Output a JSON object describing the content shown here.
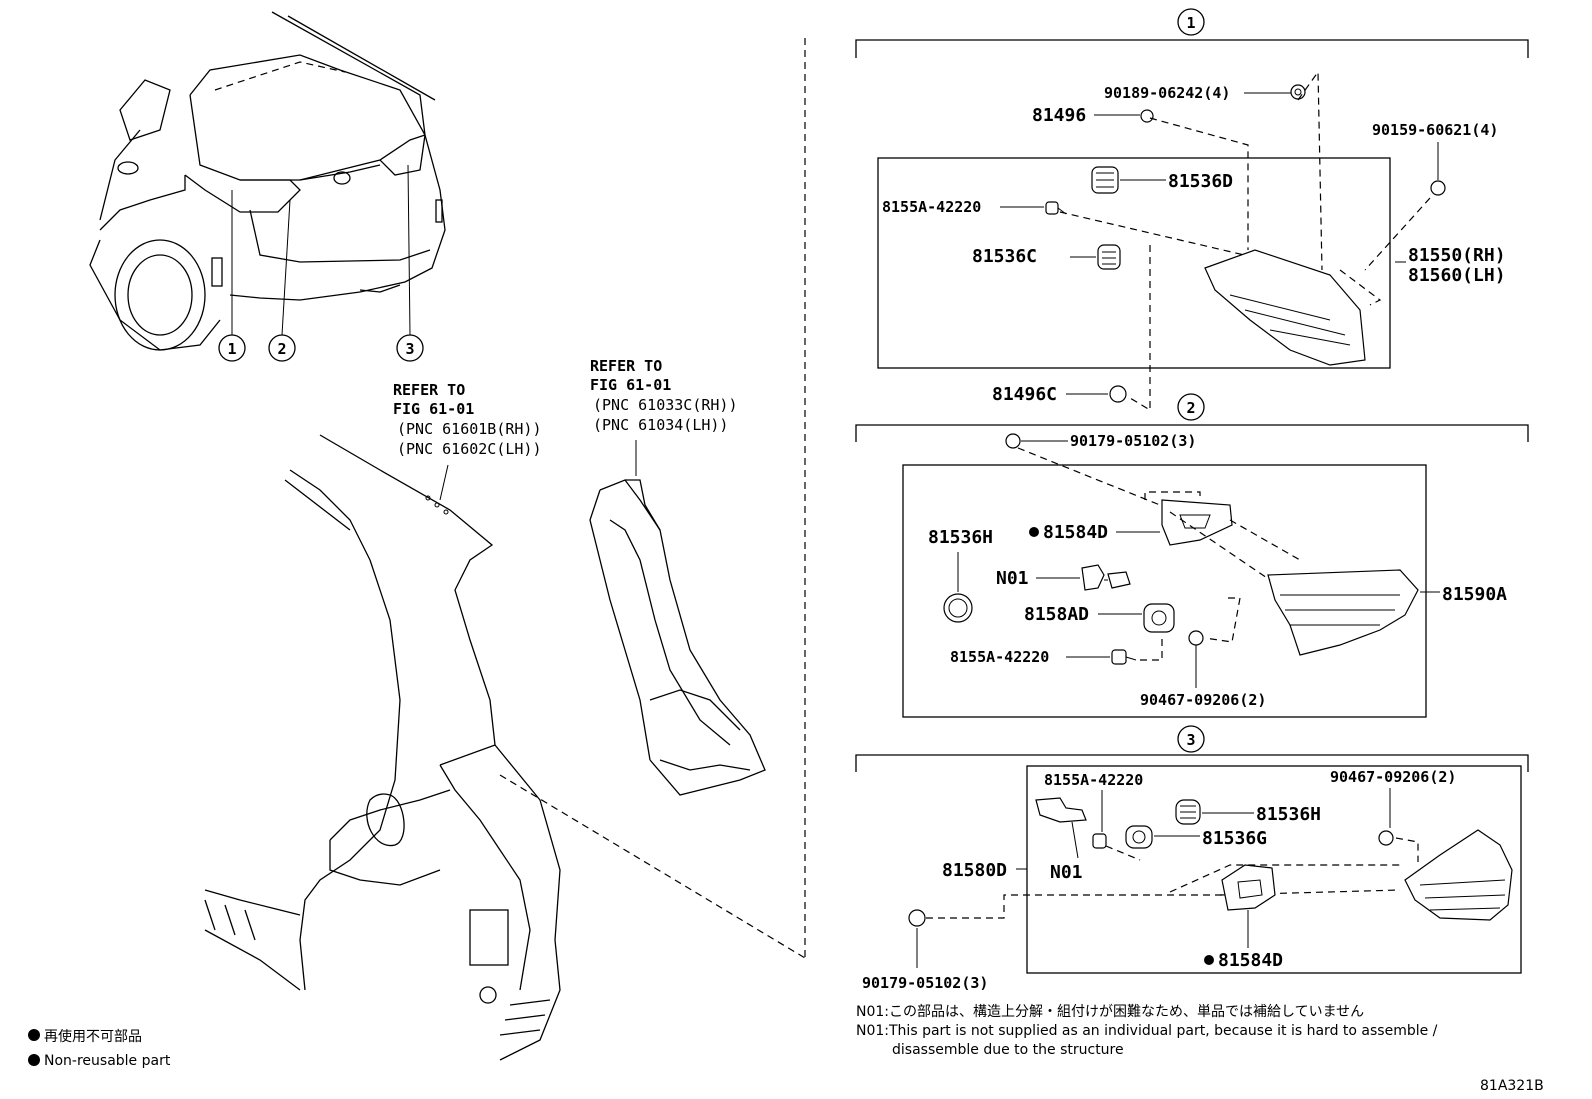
{
  "callouts": {
    "c1": "1",
    "c2": "2",
    "c3": "3"
  },
  "refs": {
    "ref_a_line1": "REFER TO",
    "ref_a_line2": "FIG 61-01",
    "ref_a_pnc1": "(PNC 61601B(RH))",
    "ref_a_pnc2": "(PNC 61602C(LH))",
    "ref_b_line1": "REFER TO",
    "ref_b_line2": "FIG 61-01",
    "ref_b_pnc1": "(PNC 61033C(RH))",
    "ref_b_pnc2": "(PNC 61034(LH))"
  },
  "group1": {
    "p_90189": "90189-06242(4)",
    "p_81496": "81496",
    "p_90159": "90159-60621(4)",
    "p_81536d": "81536D",
    "p_8155a": "8155A-42220",
    "p_81536c": "81536C",
    "p_81550": "81550(RH)",
    "p_81560": "81560(LH)",
    "p_81496c": "81496C"
  },
  "group2": {
    "p_90179": "90179-05102(3)",
    "p_81584d": "81584D",
    "p_81536h": "81536H",
    "p_n01": "N01",
    "p_8158ad": "8158AD",
    "p_81590a": "81590A",
    "p_8155a": "8155A-42220",
    "p_90467": "90467-09206(2)"
  },
  "group3": {
    "p_8155a": "8155A-42220",
    "p_90467": "90467-09206(2)",
    "p_81536h": "81536H",
    "p_81536g": "81536G",
    "p_81580d": "81580D",
    "p_n01": "N01",
    "p_90179": "90179-05102(3)",
    "p_81584d": "81584D"
  },
  "notes": {
    "n01_jp": "N01:この部品は、構造上分解・組付けが困難なため、単品では補給していません",
    "n01_en1": "N01:This part is not supplied as an individual part, because it is hard to assemble /",
    "n01_en2": "disassemble due to the structure"
  },
  "legend": {
    "jp": "再使用不可部品",
    "en": "Non-reusable part"
  },
  "figure_id": "81A321B"
}
